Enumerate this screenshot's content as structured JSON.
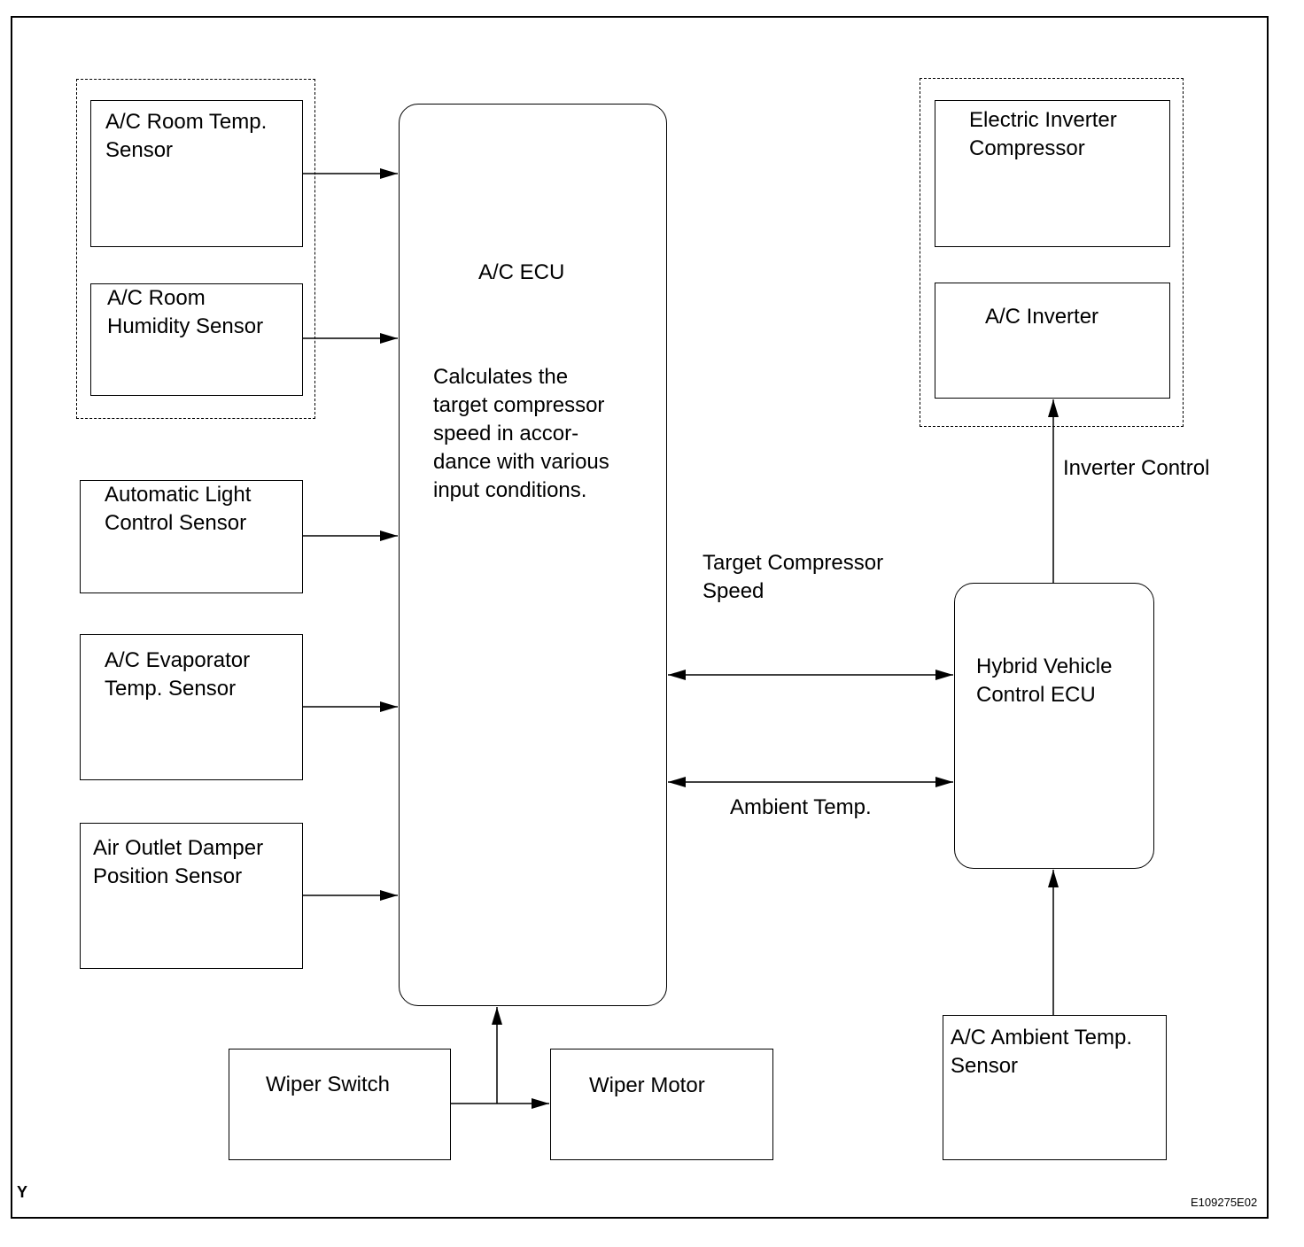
{
  "diagram": {
    "sensors": {
      "room_temp": "A/C Room Temp.\nSensor",
      "room_humidity": "A/C Room\nHumidity Sensor",
      "auto_light": "Automatic Light\nControl Sensor",
      "evaporator": "A/C Evaporator\nTemp. Sensor",
      "air_outlet": "Air Outlet Damper\nPosition Sensor",
      "ambient": "A/C Ambient Temp.\nSensor"
    },
    "ecu": {
      "title": "A/C ECU",
      "description": "Calculates the\ntarget compressor\nspeed in accor-\ndance with various\ninput conditions."
    },
    "wiper": {
      "switch": "Wiper Switch",
      "motor": "Wiper Motor"
    },
    "compressor_group": {
      "compressor": "Electric Inverter\nCompressor",
      "inverter": "A/C Inverter"
    },
    "hv_ecu": "Hybrid Vehicle\nControl  ECU",
    "signals": {
      "inverter_control": "Inverter Control",
      "target_speed": "Target Compressor\nSpeed",
      "ambient_temp": "Ambient Temp."
    },
    "footer": {
      "corner_letter": "Y",
      "figure_code": "E109275E02"
    }
  }
}
